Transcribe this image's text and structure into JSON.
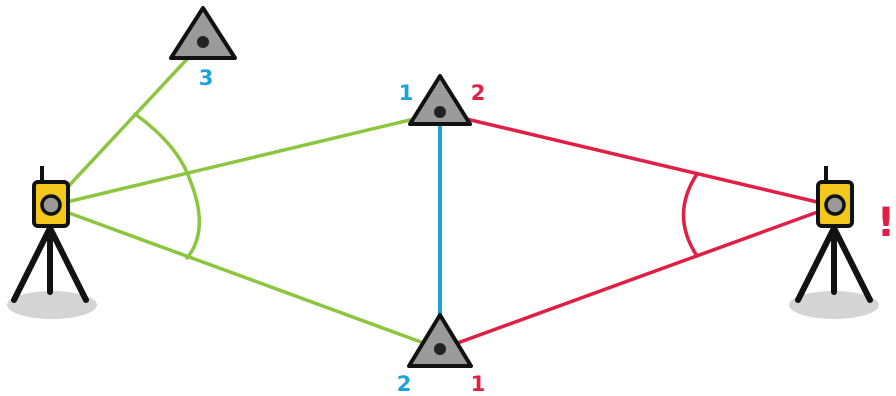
{
  "colors": {
    "green": "#8cc63f",
    "blue": "#1ca3d9",
    "red": "#e01f45",
    "instrument_yellow": "#f2c81c",
    "target_gray": "#9a9a9a",
    "shadow": "#d4d4d4",
    "outline": "#111111"
  },
  "icons": {
    "total_station": "total-station-tripod-icon",
    "backsight_target": "triangle-target-icon"
  },
  "labels": {
    "target_3": "3",
    "top_target_left": "1",
    "top_target_right": "2",
    "bottom_target_left": "2",
    "bottom_target_right": "1",
    "warning": "!"
  }
}
